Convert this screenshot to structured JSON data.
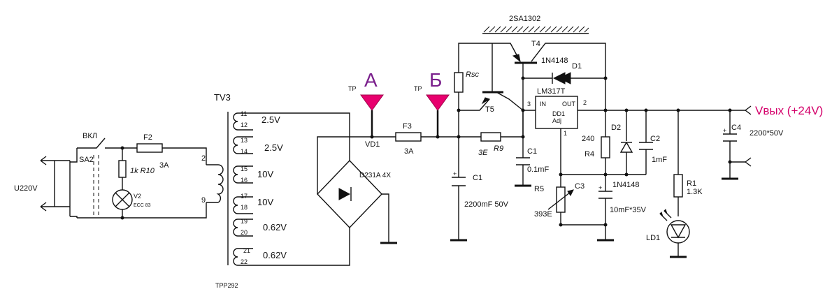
{
  "labels": {
    "tv3": "TV3",
    "trafo_model": "TPP292",
    "vkl": "ВКЛ",
    "sa2": "SA2",
    "f2": "F2",
    "f2_rating": "3A",
    "r10": "1k R10",
    "v2": "V2",
    "v2_type": "ECC 83",
    "u220": "U220V",
    "pin2": "2",
    "pin9": "9",
    "tap_11": "11",
    "tap_12": "12",
    "tap_13": "13",
    "tap_14": "14",
    "tap_15": "15",
    "tap_16": "16",
    "tap_17": "17",
    "tap_18": "18",
    "tap_19": "19",
    "tap_20": "20",
    "tap_21": "21",
    "tap_22": "22",
    "w1": "2.5V",
    "w2": "2.5V",
    "w3": "10V",
    "w4": "10V",
    "w5": "0.62V",
    "w6": "0.62V",
    "tp1": "TP",
    "tp2": "TP",
    "marker_a": "А",
    "marker_b": "Б",
    "vd1": "VD1",
    "bridge": "D231A 4X",
    "f3": "F3",
    "f3_rating": "3A",
    "r9": "R9",
    "r9_value": "3E",
    "rsc": "Rsc",
    "c1_top": "C1",
    "c1_top_value": "0.1mF",
    "c1_big": "C1",
    "c1_big_value": "2200mF 50V",
    "t5": "T5",
    "t4": "T4",
    "t4_part": "2SA1302",
    "d1": "D1",
    "d1_part": "1N4148",
    "reg": "LM317T",
    "dd1": "DD1",
    "reg_in": "IN",
    "reg_out": "OUT",
    "reg_adj": "Adj",
    "reg_p3": "3",
    "reg_p2": "2",
    "reg_p1": "1",
    "r4": "R4",
    "r4_value": "240",
    "d2": "D2",
    "d2_part": "1N4148",
    "c2": "C2",
    "c2_value": "1mF",
    "c3": "C3",
    "c3_value": "10mF*35V",
    "r5": "R5",
    "r5_value": "393E",
    "r1": "R1",
    "r1_value": "1.3K",
    "ld1": "LD1",
    "c4": "C4",
    "c4_value": "2200*50V",
    "vout": "Vвых (+24V)"
  },
  "colors": {
    "marker_fill": "#e8006e",
    "marker_text": "#7a1f8c",
    "vout_text": "#d4006a",
    "wire": "#111111"
  }
}
